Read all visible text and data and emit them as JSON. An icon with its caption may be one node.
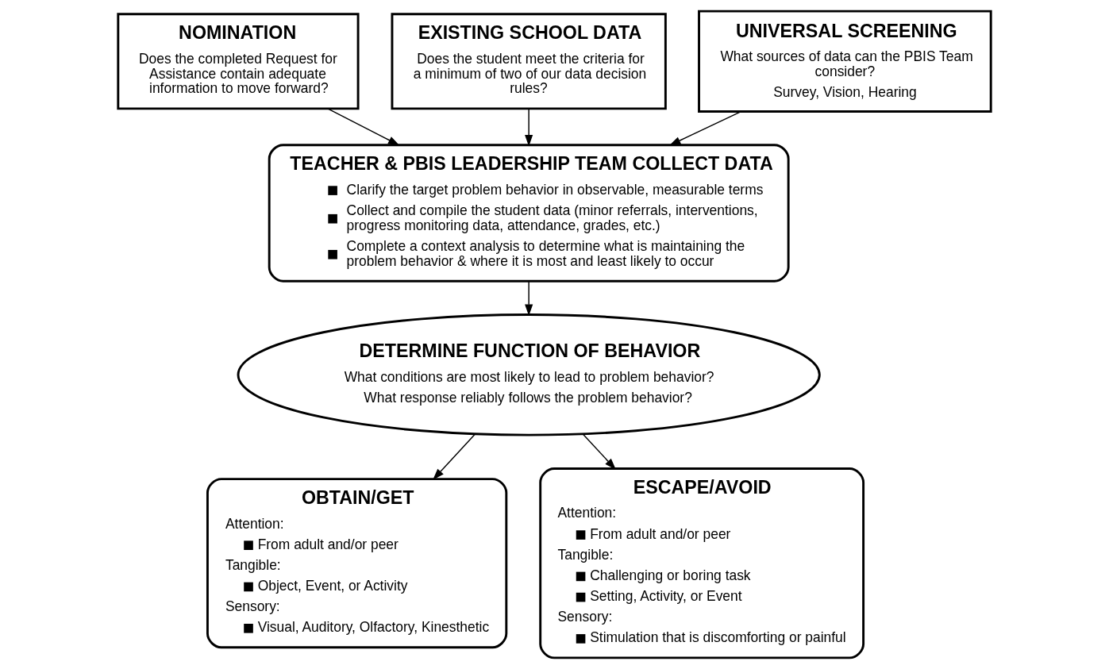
{
  "diagram": {
    "nodes": [
      {
        "text": [
          "NOMINATION",
          "Does the completed Request for Assistance contain adequate information to move forward?"
        ]
      },
      {
        "text": [
          "EXISTING SCHOOL DATA",
          "Does the student meet the criteria for a minimum of two of our data decision rules?"
        ]
      },
      {
        "text": [
          "UNIVERSAL SCREENING",
          "What sources of data can the PBIS Team consider?",
          "Survey, Vision, Hearing"
        ]
      },
      {
        "text": [
          "TEACHER & PBIS LEADERSHIP TEAM COLLECT DATA",
          "Clarify the target problem behavior in observable, measurable terms",
          "Collect and compile the student data (minor referrals, interventions, progress monitoring data, attendance, grades, etc.)",
          "Complete a context analysis to determine what is maintaining the problem behavior & where it is most and least likely to occur"
        ]
      },
      {
        "text": [
          "DETERMINE FUNCTION OF BEHAVIOR",
          "What conditions are most likely to lead to problem behavior?",
          "What response reliably follows the problem behavior?"
        ]
      },
      {
        "text": [
          "OBTAIN/GET",
          "Attention:",
          "From adult and/or peer",
          "Tangible:",
          "Object, Event, or Activity",
          "Sensory:",
          "Visual, Auditory, Olfactory, Kinesthetic"
        ]
      },
      {
        "text": [
          "ESCAPE/AVOID",
          "Attention:",
          "From adult and/or peer",
          "Tangible:",
          "Challenging or boring task",
          "Setting, Activity, or Event",
          "Sensory:",
          "Stimulation that is discomforting or painful"
        ]
      }
    ],
    "edges": [
      {
        "from": 0,
        "to": 3,
        "arrow": "to"
      },
      {
        "from": 1,
        "to": 3,
        "arrow": "to"
      },
      {
        "from": 2,
        "to": 3,
        "arrow": "to"
      },
      {
        "from": 3,
        "to": 4,
        "arrow": "to"
      },
      {
        "from": 4,
        "to": 5,
        "arrow": "to"
      },
      {
        "from": 4,
        "to": 6,
        "arrow": "to"
      }
    ]
  }
}
